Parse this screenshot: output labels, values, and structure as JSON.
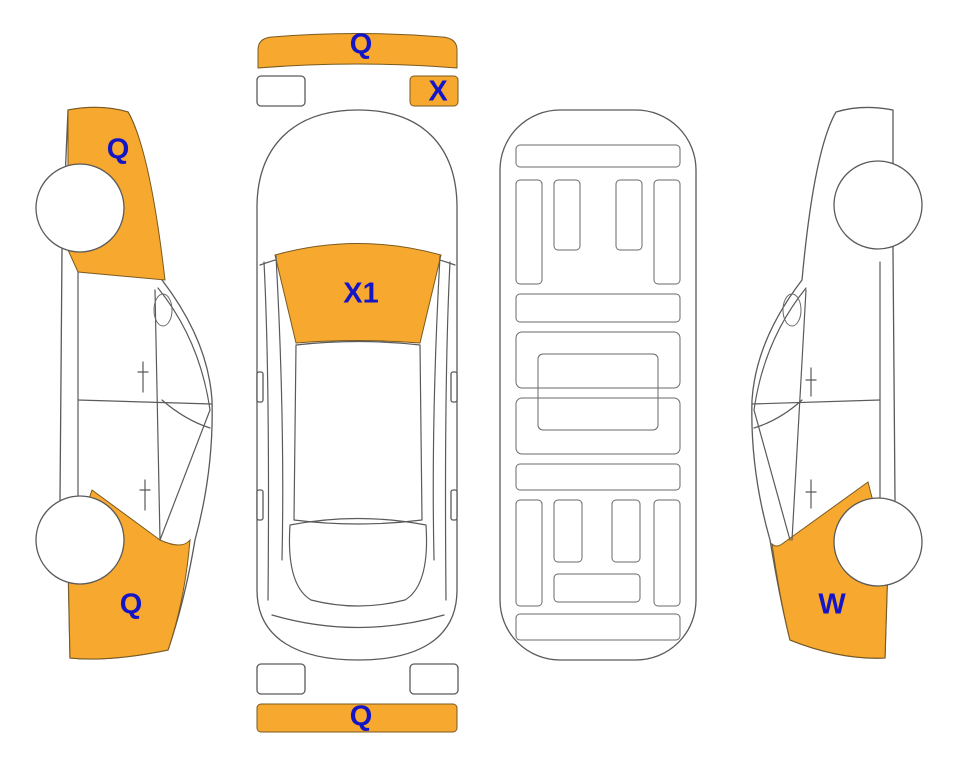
{
  "colors": {
    "damage_fill": "#F7A82E",
    "label_color": "#1515C8"
  },
  "labels": {
    "front_bumper": "Q",
    "front_right_corner": "X",
    "windshield": "X1",
    "rear_bumper": "Q",
    "left_front": "Q",
    "left_rear": "Q",
    "right_rear": "W"
  }
}
